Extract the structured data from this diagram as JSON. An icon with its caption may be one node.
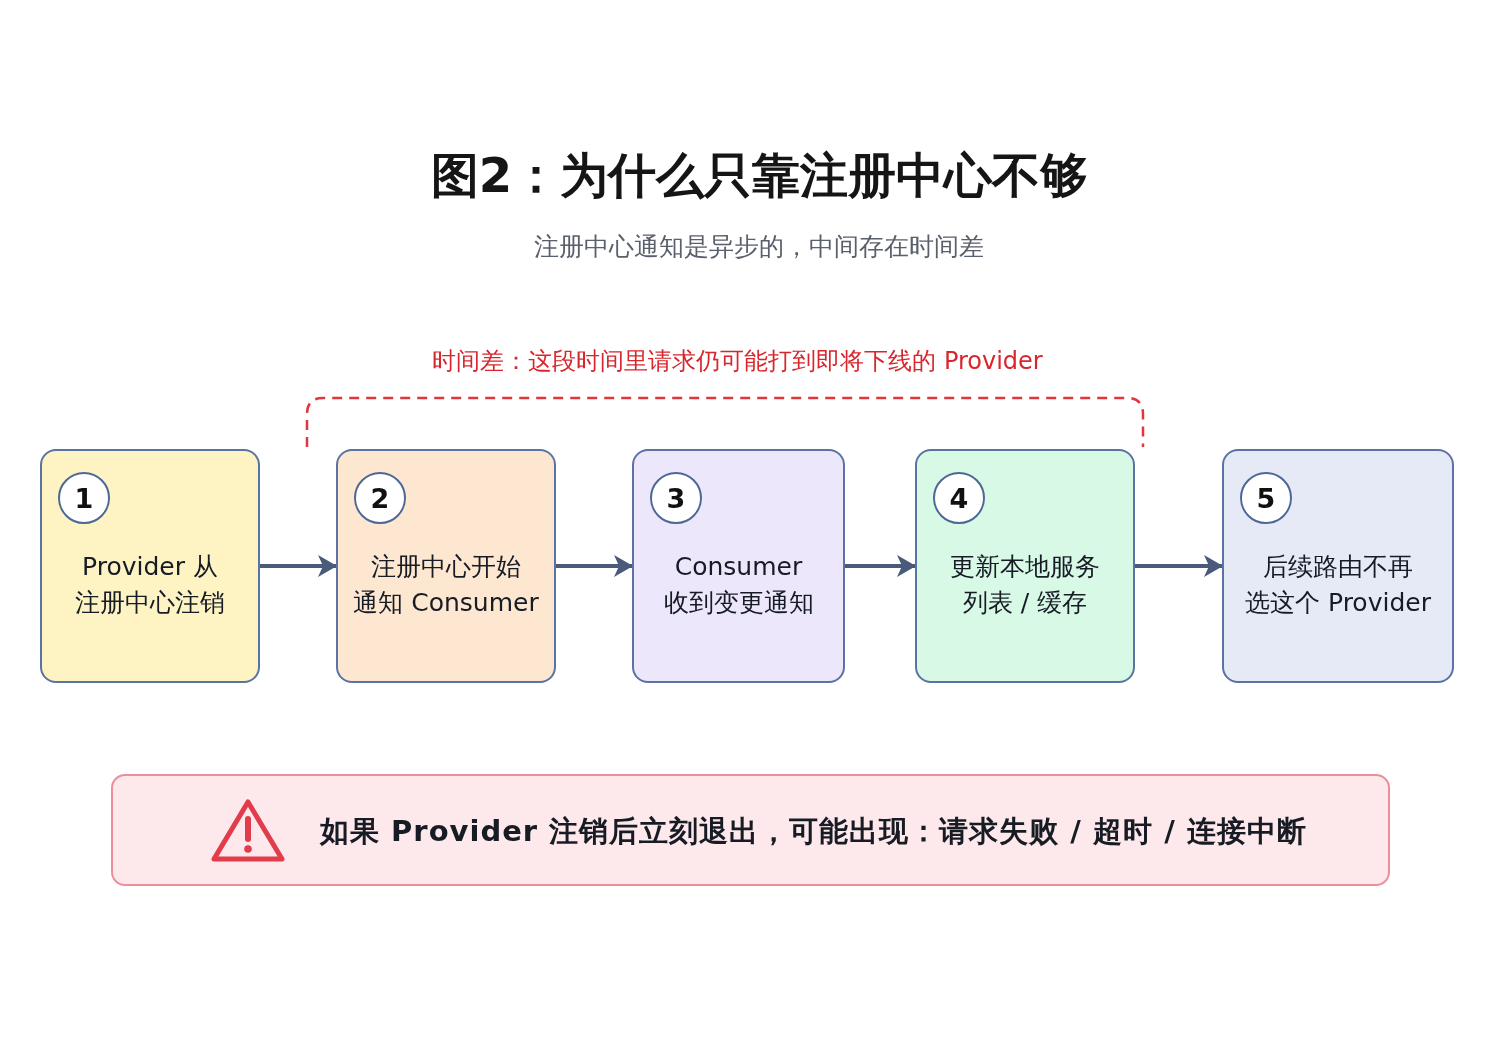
{
  "diagram": {
    "title": "图2：为什么只靠注册中心不够",
    "nodes": [
      {
        "text": [
          "Provider 从注册中心注销"
        ]
      },
      {
        "text": [
          "1"
        ],
        "in": 0
      },
      {
        "text": [
          "注册中心开始通知 Consumer"
        ]
      },
      {
        "text": [
          "2"
        ],
        "in": 2
      },
      {
        "text": [
          "Consumer 收到变更通知"
        ]
      },
      {
        "text": [
          "3"
        ],
        "in": 4
      },
      {
        "text": [
          "更新本地服务列表 / 缓存"
        ]
      },
      {
        "text": [
          "4"
        ],
        "in": 6
      },
      {
        "text": [
          "后续路由不再选这个 Provider"
        ]
      },
      {
        "text": [
          "5"
        ],
        "in": 8
      },
      {
        "text": [
          "如果 Provider 注销后立刻退出，可能出现：请求失败 / 超时 / 连接中断"
        ]
      }
    ],
    "edges": [
      {
        "from": 0,
        "to": 2,
        "arrow": "to"
      },
      {
        "from": 2,
        "to": 4,
        "arrow": "to"
      },
      {
        "from": 4,
        "to": 6,
        "arrow": "to"
      },
      {
        "from": 6,
        "to": 8,
        "arrow": "to"
      }
    ],
    "labels": [
      "注册中心通知是异步的，中间存在时间差",
      "时间差：这段时间里请求仍可能打到即将下线的 Provider"
    ]
  }
}
